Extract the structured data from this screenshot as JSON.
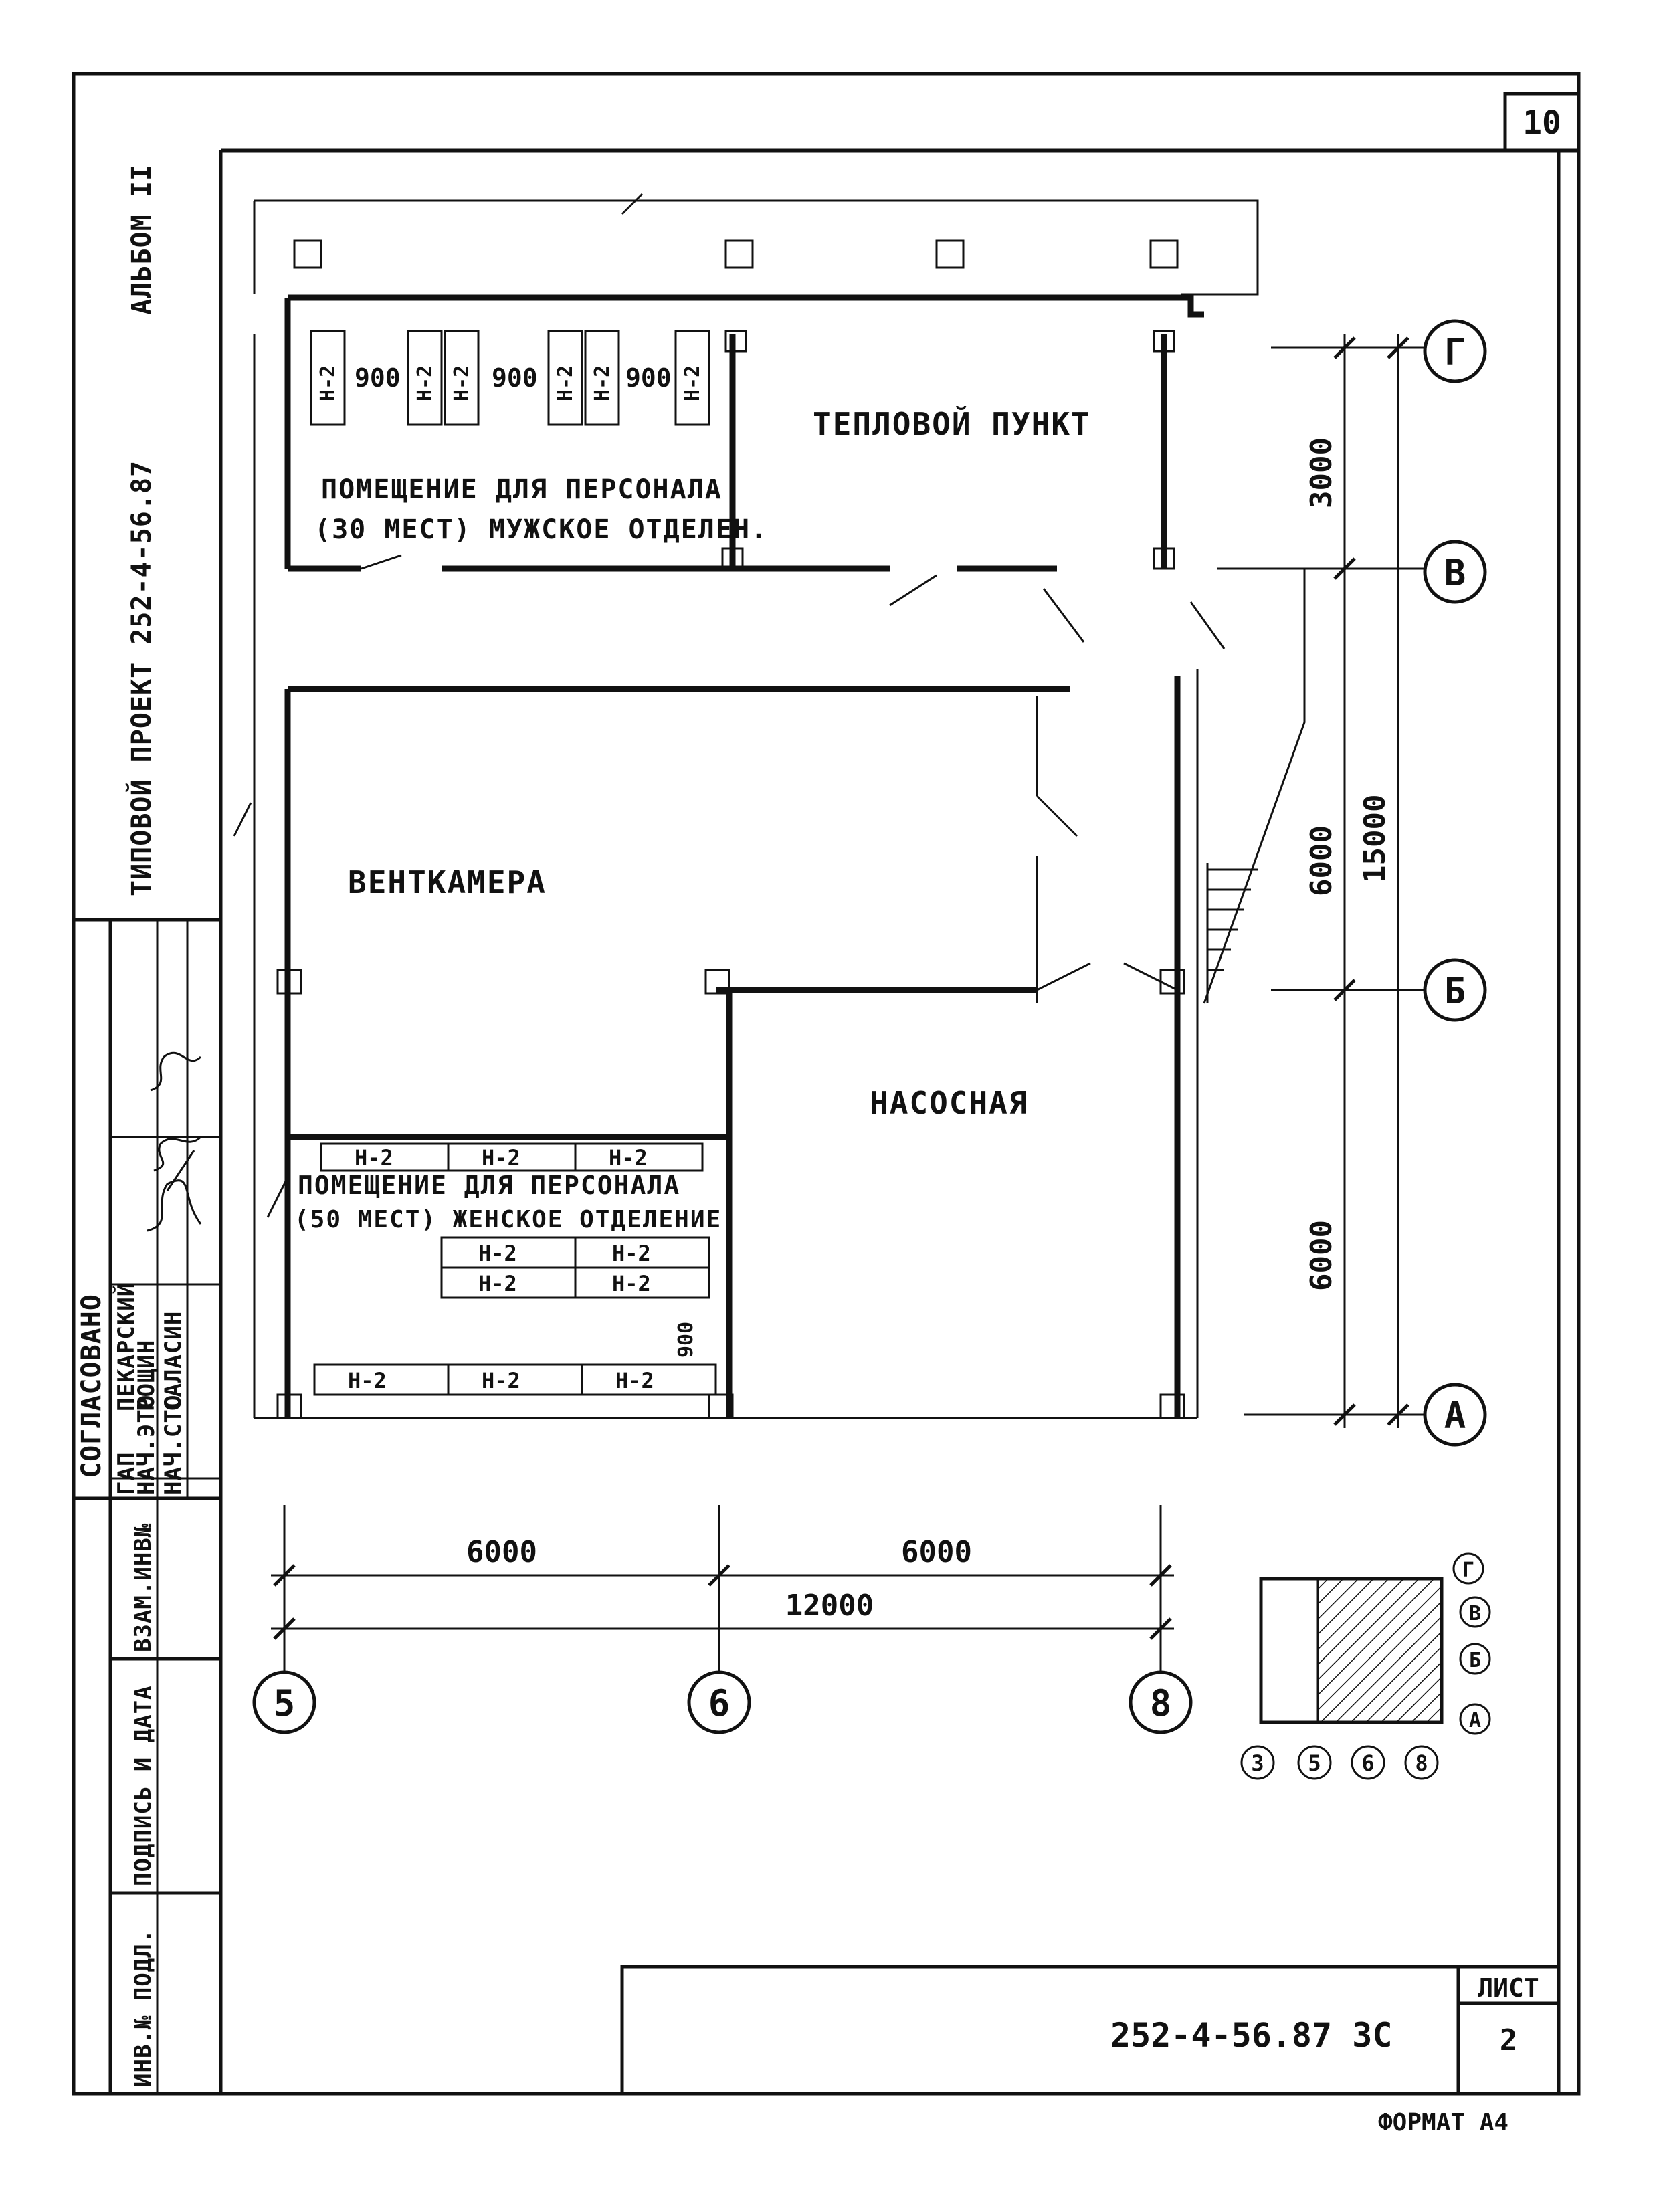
{
  "sheet": {
    "sheet_number": "10",
    "album": "АЛЬБОМ II",
    "project": "ТИПОВОЙ ПРОЕКТ 252-4-56.87",
    "code": "252-4-56.87 ЗС",
    "list_label": "ЛИСТ",
    "list_number": "2",
    "format": "ФОРМАТ А4"
  },
  "approval": {
    "title": "СОГЛАСОВАНО",
    "rows": [
      {
        "role": "ГАП",
        "name": "ПЕКАРСКИЙ"
      },
      {
        "role": "НАЧ.ЭТО",
        "name": "РОЩИН"
      },
      {
        "role": "НАЧ.СТО",
        "name": "САЛАСИН"
      }
    ]
  },
  "stamp_left": {
    "vzam": "ВЗАМ.ИНВ№",
    "podpis": "ПОДПИСЬ И ДАТА",
    "inv": "ИНВ.№ ПОДЛ."
  },
  "rooms": {
    "heat": "ТЕПЛОВОЙ ПУНКТ",
    "staff_men_1": "ПОМЕЩЕНИЕ ДЛЯ ПЕРСОНАЛА",
    "staff_men_2": "(30 МЕСТ) МУЖСКОЕ ОТДЕЛЕН.",
    "vent": "ВЕНТКАМЕРА",
    "pump": "НАСОСНАЯ",
    "staff_women_1": "ПОМЕЩЕНИЕ ДЛЯ ПЕРСОНАЛА",
    "staff_women_2": "(50 МЕСТ) ЖЕНСКОЕ ОТДЕЛЕНИЕ"
  },
  "equipment_label": "Н-2",
  "dims": {
    "gap": "900",
    "bottom_left": "6000",
    "bottom_right": "6000",
    "bottom_total": "12000",
    "right_top": "3000",
    "right_mid": "6000",
    "right_bot": "6000",
    "right_total": "15000"
  },
  "axes": {
    "rows": [
      "Г",
      "В",
      "Б",
      "А"
    ],
    "cols": [
      "5",
      "6",
      "8"
    ],
    "key_cols": [
      "3",
      "5",
      "6",
      "8"
    ],
    "key_rows": [
      "Г",
      "В",
      "Б",
      "А"
    ]
  }
}
